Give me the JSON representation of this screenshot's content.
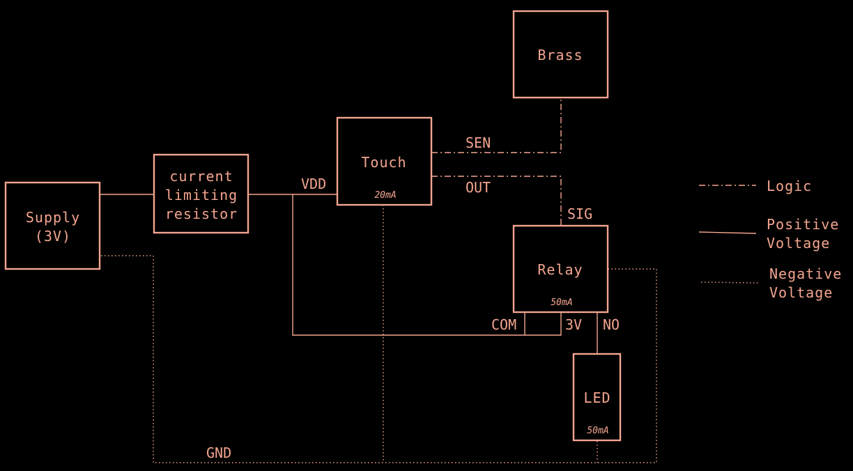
{
  "colors": {
    "background": "#000000",
    "stroke": "#F4A590"
  },
  "components": {
    "supply": {
      "line1": "Supply",
      "line2": "(3V)"
    },
    "resistor": {
      "line1": "current",
      "line2": "limiting",
      "line3": "resistor"
    },
    "touch": {
      "label": "Touch",
      "current": "20mA"
    },
    "brass": {
      "label": "Brass"
    },
    "relay": {
      "label": "Relay",
      "current": "50mA"
    },
    "led": {
      "label": "LED",
      "current": "50mA"
    }
  },
  "pins": {
    "vdd": "VDD",
    "sen": "SEN",
    "out": "OUT",
    "sig": "SIG",
    "com": "COM",
    "v3": "3V",
    "no": "NO",
    "gnd": "GND"
  },
  "legend": {
    "logic": "Logic",
    "positive_line1": "Positive",
    "positive_line2": "Voltage",
    "negative_line1": "Negative",
    "negative_line2": "Voltage"
  }
}
